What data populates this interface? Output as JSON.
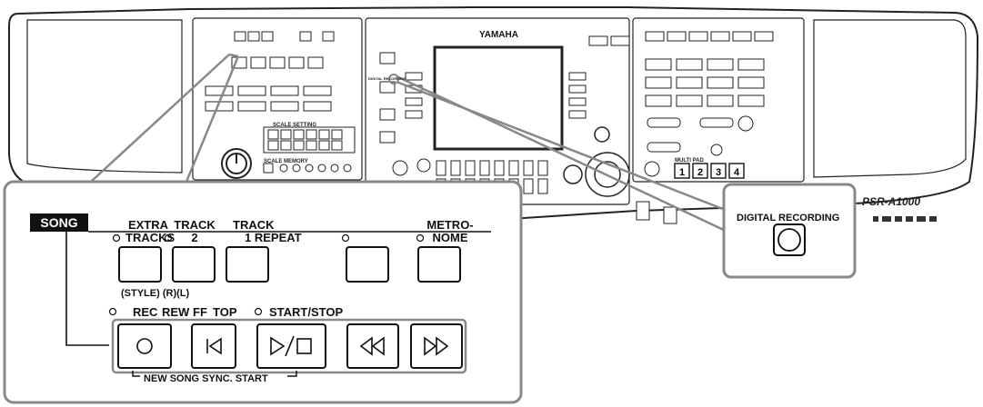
{
  "zoom_panel": {
    "section_label": "SONG",
    "top_buttons": [
      {
        "label_line1": "EXTRA",
        "label_line2": "TRACKS"
      },
      {
        "label_line1": "TRACK",
        "label_line2": "2"
      },
      {
        "label_line1": "TRACK",
        "label_line2": "1 REPEAT"
      },
      {
        "label_line1": "",
        "label_line2": ""
      },
      {
        "label_line1": "METRO-",
        "label_line2": "NOME"
      }
    ],
    "sub_label": "(STYLE) (R)(L)",
    "transport_labels": {
      "rec": "REC",
      "rew": "REW",
      "ff": "FF",
      "top": "TOP",
      "start_stop": "START/STOP"
    },
    "bottom_label": "NEW SONG SYNC. START"
  },
  "callout": {
    "label": "DIGITAL RECORDING"
  },
  "console": {
    "brand": "YAMAHA",
    "model": "PSR-A1000",
    "scale_setting_label": "SCALE SETTING",
    "scale_memory_label": "SCALE MEMORY",
    "multi_pad_label": "MULTI PAD",
    "digital_recording_small": "DIGITAL RECORDING",
    "multipad_numbers": [
      "1",
      "2",
      "3",
      "4"
    ]
  }
}
